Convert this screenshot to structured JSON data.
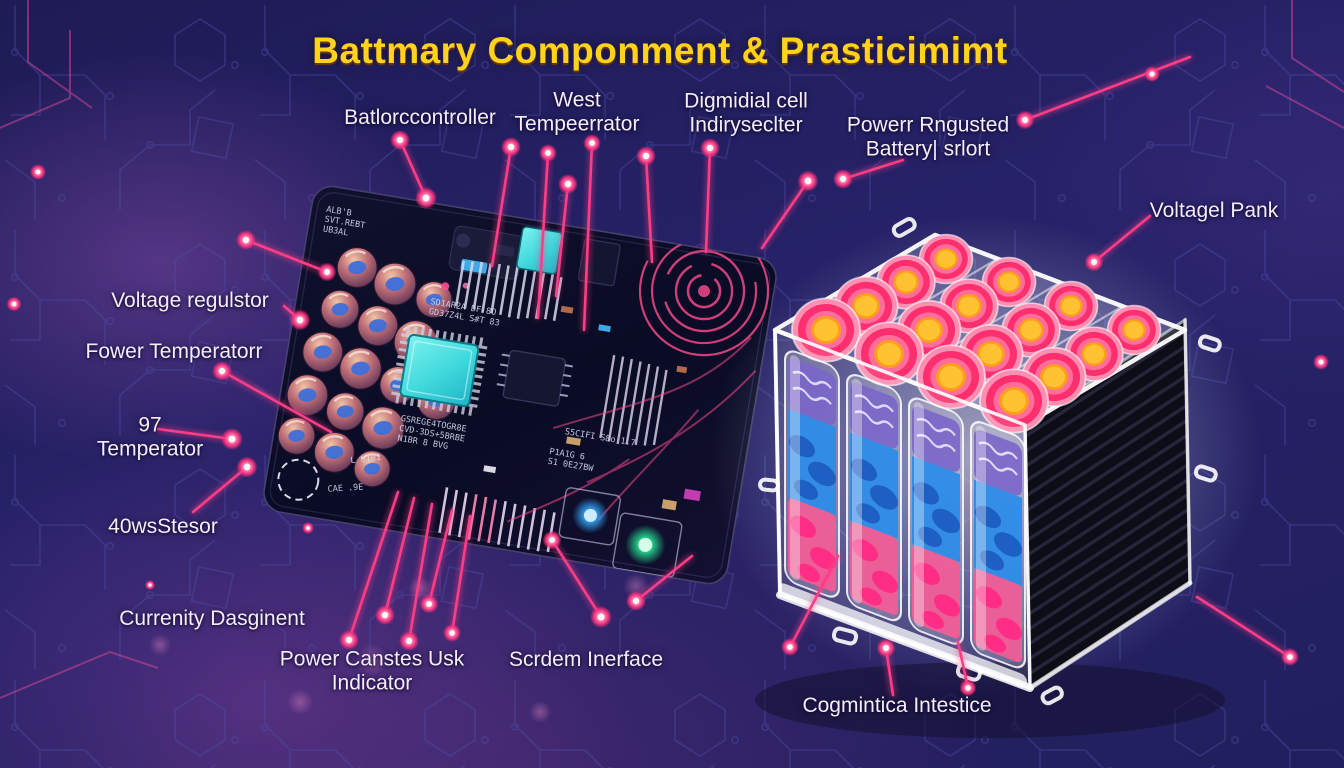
{
  "title": "Battmary Componment & Prasticimimt",
  "callouts": {
    "controller": "Batlorccontroller",
    "west_line1": "West",
    "west_line2": "Tempeerrator",
    "cell_line1": "Digmidial cell",
    "cell_line2": "Indiryseclter",
    "power_line1": "Powerr Rngusted",
    "power_line2": "Battery| srlort",
    "voltage_pack": "Voltagel Pank",
    "voltage_regulator": "Voltage regulstor",
    "power_temp": "Fower Temperatorr",
    "temp97_line1": "97",
    "temp97_line2": "Temperator",
    "sensor40": "40wsStesor",
    "current": "Currenity Dasginent",
    "canstes_line1": "Power Canstes Usk",
    "canstes_line2": "Indicator",
    "screen": "Scrdem Inerface",
    "connector": "Cogmintica Intestice"
  },
  "board": {
    "silk": [
      "ALB'B",
      "SVT.REBT",
      "UB3AL",
      "SD1AR2A DF 8O",
      "GD37Z4L S#T 83",
      "GSREGE4TOGR8E",
      "CVD-3DS+5BRBE",
      "N1BR 8 BVG",
      "S5CIFI S8o 1.7",
      "P1A1G 6",
      "S1 0E27BW",
      "L U101",
      "CAE .9E"
    ]
  },
  "colors": {
    "accent_pink": "#ff3d86",
    "title_yellow": "#ffd21c",
    "chip_cyan": "#3fe0e0",
    "led_blue": "#35aaff",
    "led_green": "#27e394",
    "board_dark": "#0b0c26",
    "bg_navy": "#232063",
    "battery_cap_yellow": "#ffc230",
    "battery_cap_ring": "#ff2e6e",
    "cell_blue": "#2f8de8",
    "cell_pink": "#ef5e97"
  }
}
